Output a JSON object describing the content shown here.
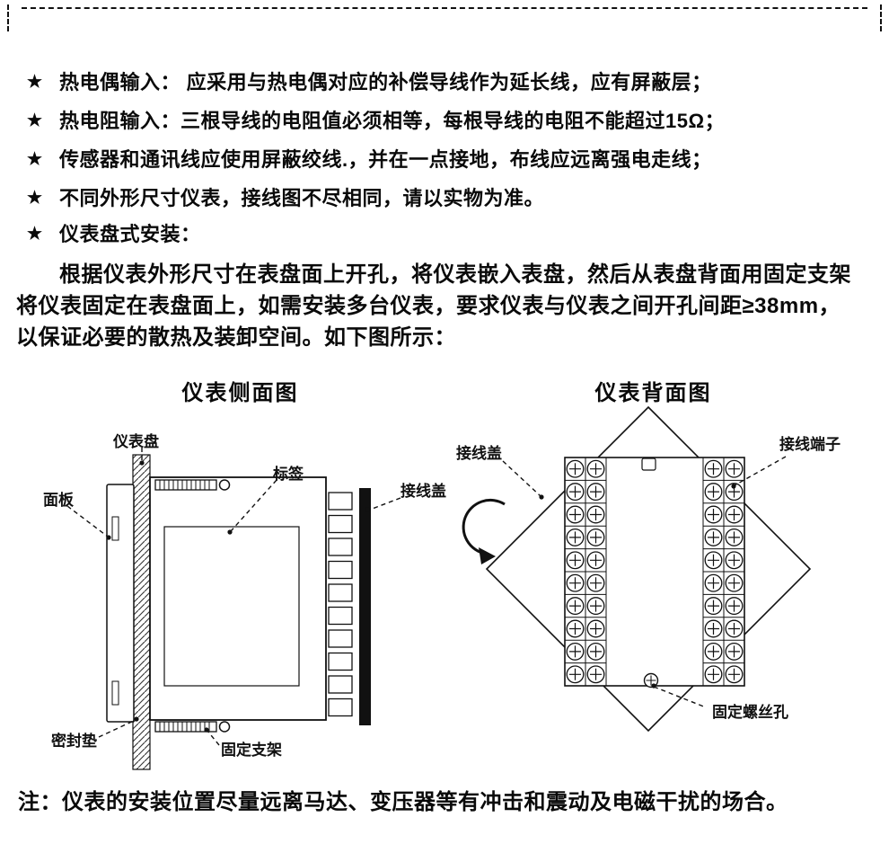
{
  "page": {
    "colors": {
      "ink": "#111111",
      "background": "#ffffff"
    },
    "bullets": [
      {
        "marker": "★",
        "text": "热电偶输入： 应采用与热电偶对应的补偿导线作为延长线，应有屏蔽层；"
      },
      {
        "marker": "★",
        "text": "热电阻输入：三根导线的电阻值必须相等，每根导线的电阻不能超过15Ω；"
      },
      {
        "marker": "★",
        "text": "传感器和通讯线应使用屏蔽绞线.，并在一点接地，布线应远离强电走线；"
      },
      {
        "marker": "★",
        "text": "不同外形尺寸仪表，接线图不尽相同，请以实物为准。"
      },
      {
        "marker": "★",
        "text": "仪表盘式安装："
      }
    ],
    "paragraph": "根据仪表外形尺寸在表盘面上开孔，将仪表嵌入表盘，然后从表盘背面用固定支架将仪表固定在表盘面上，如需安装多台仪表，要求仪表与仪表之间开孔间距≥38mm，以保证必要的散热及装卸空间。如下图所示：",
    "side_view": {
      "title": "仪表侧面图",
      "labels": {
        "panel": "仪表盘",
        "front_panel": "面板",
        "tag": "标签",
        "wiring_cover": "接线盖",
        "gasket": "密封垫",
        "bracket": "固定支架"
      }
    },
    "back_view": {
      "title": "仪表背面图",
      "labels": {
        "wiring_cover": "接线盖",
        "terminals": "接线端子",
        "screw_hole": "固定螺丝孔"
      }
    },
    "note": "注：仪表的安装位置尽量远离马达、变压器等有冲击和震动及电磁干扰的场合。"
  }
}
